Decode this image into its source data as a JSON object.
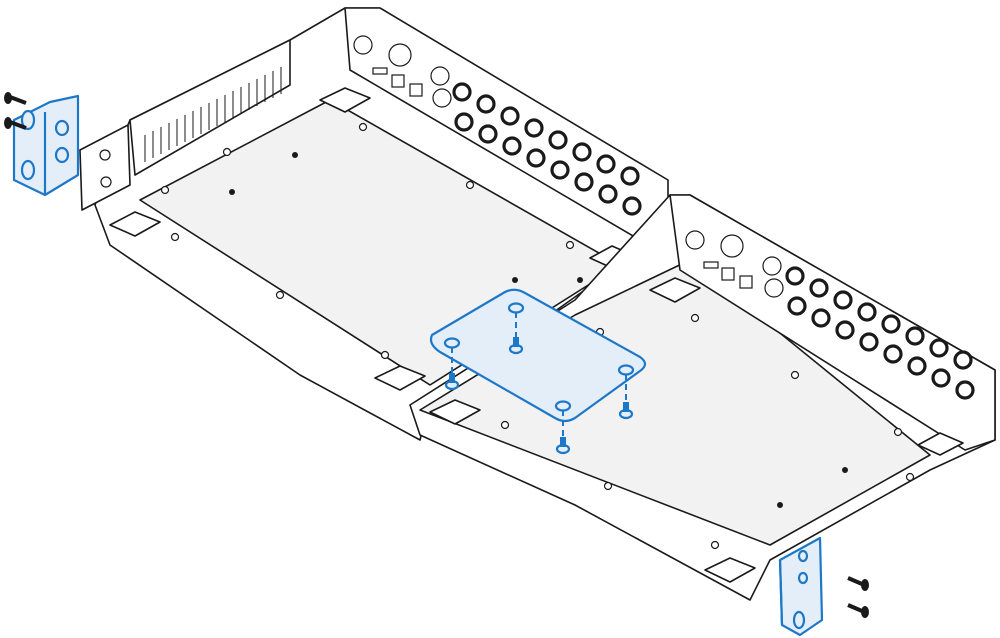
{
  "figure": {
    "kind": "rack-mount assembly illustration",
    "accent_color": "#1e78c8",
    "line_color": "#1a1a1a",
    "fill_color": "#ffffff",
    "parts": {
      "units": [
        "audio-interface-left",
        "audio-interface-right"
      ],
      "left_bracket_screws": 2,
      "right_bracket_screws": 2,
      "joining_plate_screws": 4
    }
  }
}
